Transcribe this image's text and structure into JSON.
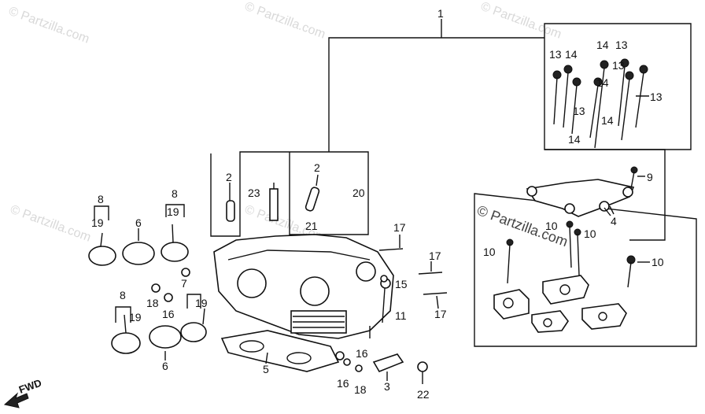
{
  "watermark": "© Partzilla.com",
  "fwd_label": "FWD",
  "callouts": [
    "1",
    "2",
    "2",
    "3",
    "4",
    "5",
    "6",
    "6",
    "7",
    "8",
    "8",
    "8",
    "9",
    "10",
    "10",
    "10",
    "10",
    "11",
    "13",
    "13",
    "13",
    "13",
    "13",
    "14",
    "14",
    "14",
    "14",
    "14",
    "15",
    "16",
    "16",
    "16",
    "17",
    "17",
    "17",
    "18",
    "18",
    "19",
    "19",
    "19",
    "19",
    "20",
    "21",
    "22",
    "23"
  ]
}
